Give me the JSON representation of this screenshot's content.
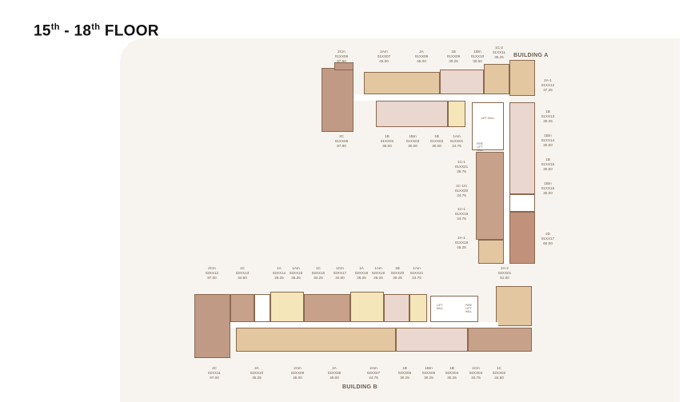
{
  "title": {
    "main_a": "15",
    "sup_a": "th",
    "mid": " - 18",
    "sup_b": "th",
    "rest": " FLOOR"
  },
  "building_a": {
    "name": "BUILDING A",
    "lift_hall": "LIFT HALL",
    "fire_lift_hall": "FIRE LIFT HALL",
    "units": [
      {
        "type": "2Cm",
        "code": "01XX06",
        "area": "97.90"
      },
      {
        "type": "2Am",
        "code": "01XX07",
        "area": "45.00"
      },
      {
        "type": "2A",
        "code": "01XX08",
        "area": "45.00"
      },
      {
        "type": "1B",
        "code": "01XX09",
        "area": "30.25"
      },
      {
        "type": "1Bm",
        "code": "01XX10",
        "area": "30.50"
      },
      {
        "type": "1C-2",
        "code": "01XX11",
        "area": "35.25"
      },
      {
        "type": "2C",
        "code": "01XX05",
        "area": "97.90"
      },
      {
        "type": "1B",
        "code": "01XX04",
        "area": "30.00"
      },
      {
        "type": "1Bm",
        "code": "01XX03",
        "area": "30.00"
      },
      {
        "type": "1B",
        "code": "01XX02",
        "area": "30.00"
      },
      {
        "type": "1Am",
        "code": "01XX01",
        "area": "24.75"
      },
      {
        "type": "2A-1",
        "code": "01XX12",
        "area": "47.25"
      },
      {
        "type": "1B",
        "code": "01XX13",
        "area": "30.25"
      },
      {
        "type": "1Bm",
        "code": "01XX14",
        "area": "30.50"
      },
      {
        "type": "1B",
        "code": "01XX15",
        "area": "30.50"
      },
      {
        "type": "1Bm",
        "code": "01XX16",
        "area": "30.00"
      },
      {
        "type": "2D",
        "code": "01XX17",
        "area": "60.00"
      },
      {
        "type": "1C-1",
        "code": "01XX21",
        "area": "35.75"
      },
      {
        "type": "1C-1m",
        "code": "01XX20",
        "area": "34.75"
      },
      {
        "type": "1C-1",
        "code": "01XX19",
        "area": "34.75"
      },
      {
        "type": "2A-1",
        "code": "01XX18",
        "area": "45.25"
      }
    ]
  },
  "building_b": {
    "name": "BUILDING B",
    "lift_hall": "LIFT HALL",
    "fire_lift_hall": "FIRE LIFT HALL",
    "units": [
      {
        "type": "2Cm",
        "code": "02XX12",
        "area": "97.00"
      },
      {
        "type": "1C",
        "code": "02XX13",
        "area": "34.50"
      },
      {
        "type": "1A",
        "code": "02XX14",
        "area": "25.25"
      },
      {
        "type": "1Am",
        "code": "02XX15",
        "area": "25.25"
      },
      {
        "type": "1C",
        "code": "02XX16",
        "area": "34.25"
      },
      {
        "type": "1Cm",
        "code": "02XX17",
        "area": "34.50"
      },
      {
        "type": "1A",
        "code": "02XX18",
        "area": "25.25"
      },
      {
        "type": "1Am",
        "code": "02XX19",
        "area": "25.25"
      },
      {
        "type": "1B",
        "code": "02XX20",
        "area": "30.25"
      },
      {
        "type": "1Am",
        "code": "02XX21",
        "area": "24.75"
      },
      {
        "type": "2A-2",
        "code": "02XX01",
        "area": "51.00"
      },
      {
        "type": "2C",
        "code": "02XX11",
        "area": "97.00"
      },
      {
        "type": "2A",
        "code": "02XX10",
        "area": "45.25"
      },
      {
        "type": "2Am",
        "code": "02XX09",
        "area": "45.00"
      },
      {
        "type": "2A",
        "code": "02XX08",
        "area": "45.00"
      },
      {
        "type": "2Am",
        "code": "02XX07",
        "area": "44.75"
      },
      {
        "type": "1B",
        "code": "02XX06",
        "area": "30.25"
      },
      {
        "type": "1Bm",
        "code": "02XX05",
        "area": "30.25"
      },
      {
        "type": "1B",
        "code": "02XX04",
        "area": "30.25"
      },
      {
        "type": "1Cm",
        "code": "02XX03",
        "area": "34.75"
      },
      {
        "type": "1C",
        "code": "02XX02",
        "area": "34.50"
      }
    ]
  },
  "colors": {
    "unit_2c": "#c09a84",
    "unit_2a": "#e3c7a1",
    "unit_1b": "#ead7cf",
    "unit_1a": "#f5e6b9",
    "unit_2d": "#c2917c",
    "site": "#f7f4ef"
  }
}
